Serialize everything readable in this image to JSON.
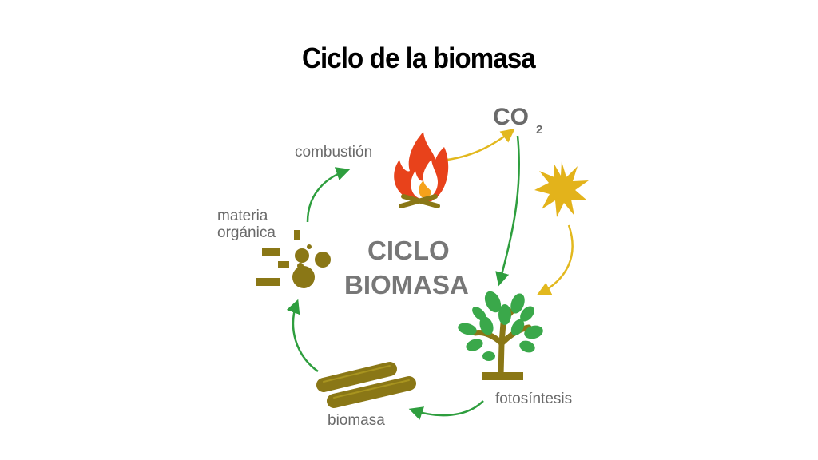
{
  "slide": {
    "title": "Ciclo de la biomasa"
  },
  "diagram": {
    "center_line1": "CICLO",
    "center_line2": "BIOMASA",
    "co2_main": "CO",
    "co2_sub": "2",
    "stages": {
      "combustion": "combustión",
      "materia_line1": "materia",
      "materia_line2": "orgánica",
      "fotosintesis": "fotosíntesis",
      "biomasa": "biomasa"
    },
    "colors": {
      "green_arrow": "#2e9e3e",
      "yellow_arrow": "#e2b81e",
      "flame_outer": "#e8421b",
      "flame_inner": "#f5a21b",
      "sun": "#e3b31b",
      "olive": "#8a7716",
      "leaf": "#3aa84a",
      "trunk": "#8a7716",
      "label_gray": "#6a6a6a"
    },
    "icons": [
      "flame-icon",
      "sun-icon",
      "tree-icon",
      "logs-icon",
      "organic-matter-icon"
    ]
  }
}
